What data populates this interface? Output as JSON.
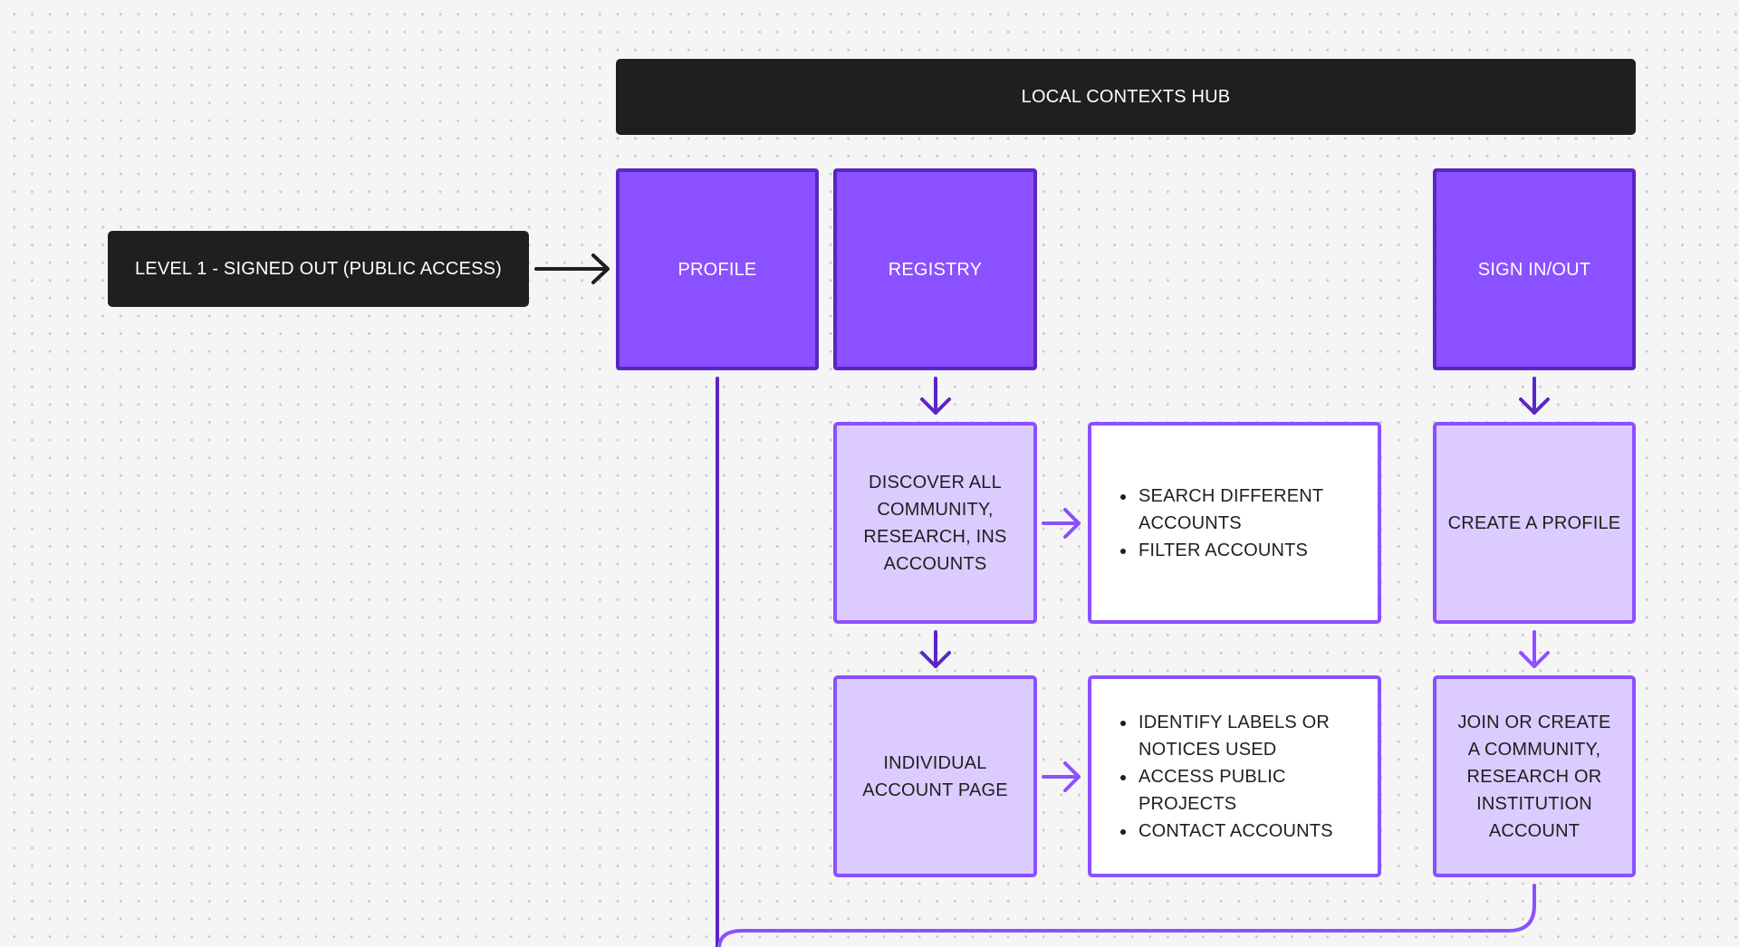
{
  "diagram": {
    "hub": {
      "label": "LOCAL CONTEXTS HUB"
    },
    "level": {
      "label": "LEVEL 1 - SIGNED OUT (PUBLIC ACCESS)"
    },
    "sections": {
      "profile": {
        "label": "PROFILE"
      },
      "registry": {
        "label": "REGISTRY"
      },
      "signin": {
        "label": "SIGN IN/OUT"
      }
    },
    "registry_flow": {
      "discover": {
        "label": "DISCOVER ALL COMMUNITY, RESEARCH, INS ACCOUNTS"
      },
      "discover_actions": [
        "SEARCH DIFFERENT ACCOUNTS",
        "FILTER ACCOUNTS"
      ],
      "account_page": {
        "label": "INDIVIDUAL ACCOUNT PAGE"
      },
      "account_actions": [
        "IDENTIFY LABELS OR NOTICES USED",
        "ACCESS PUBLIC PROJECTS",
        "CONTACT ACCOUNTS"
      ]
    },
    "signin_flow": {
      "create_profile": {
        "label": "CREATE A PROFILE"
      },
      "join_account": {
        "label": "JOIN OR CREATE A COMMUNITY, RESEARCH OR INSTITUTION ACCOUNT"
      }
    },
    "colors": {
      "dark": "#1f1f1f",
      "primary": "#8b50ff",
      "primary_border": "#5a26c4",
      "light": "#dccbff",
      "white": "#ffffff"
    }
  }
}
